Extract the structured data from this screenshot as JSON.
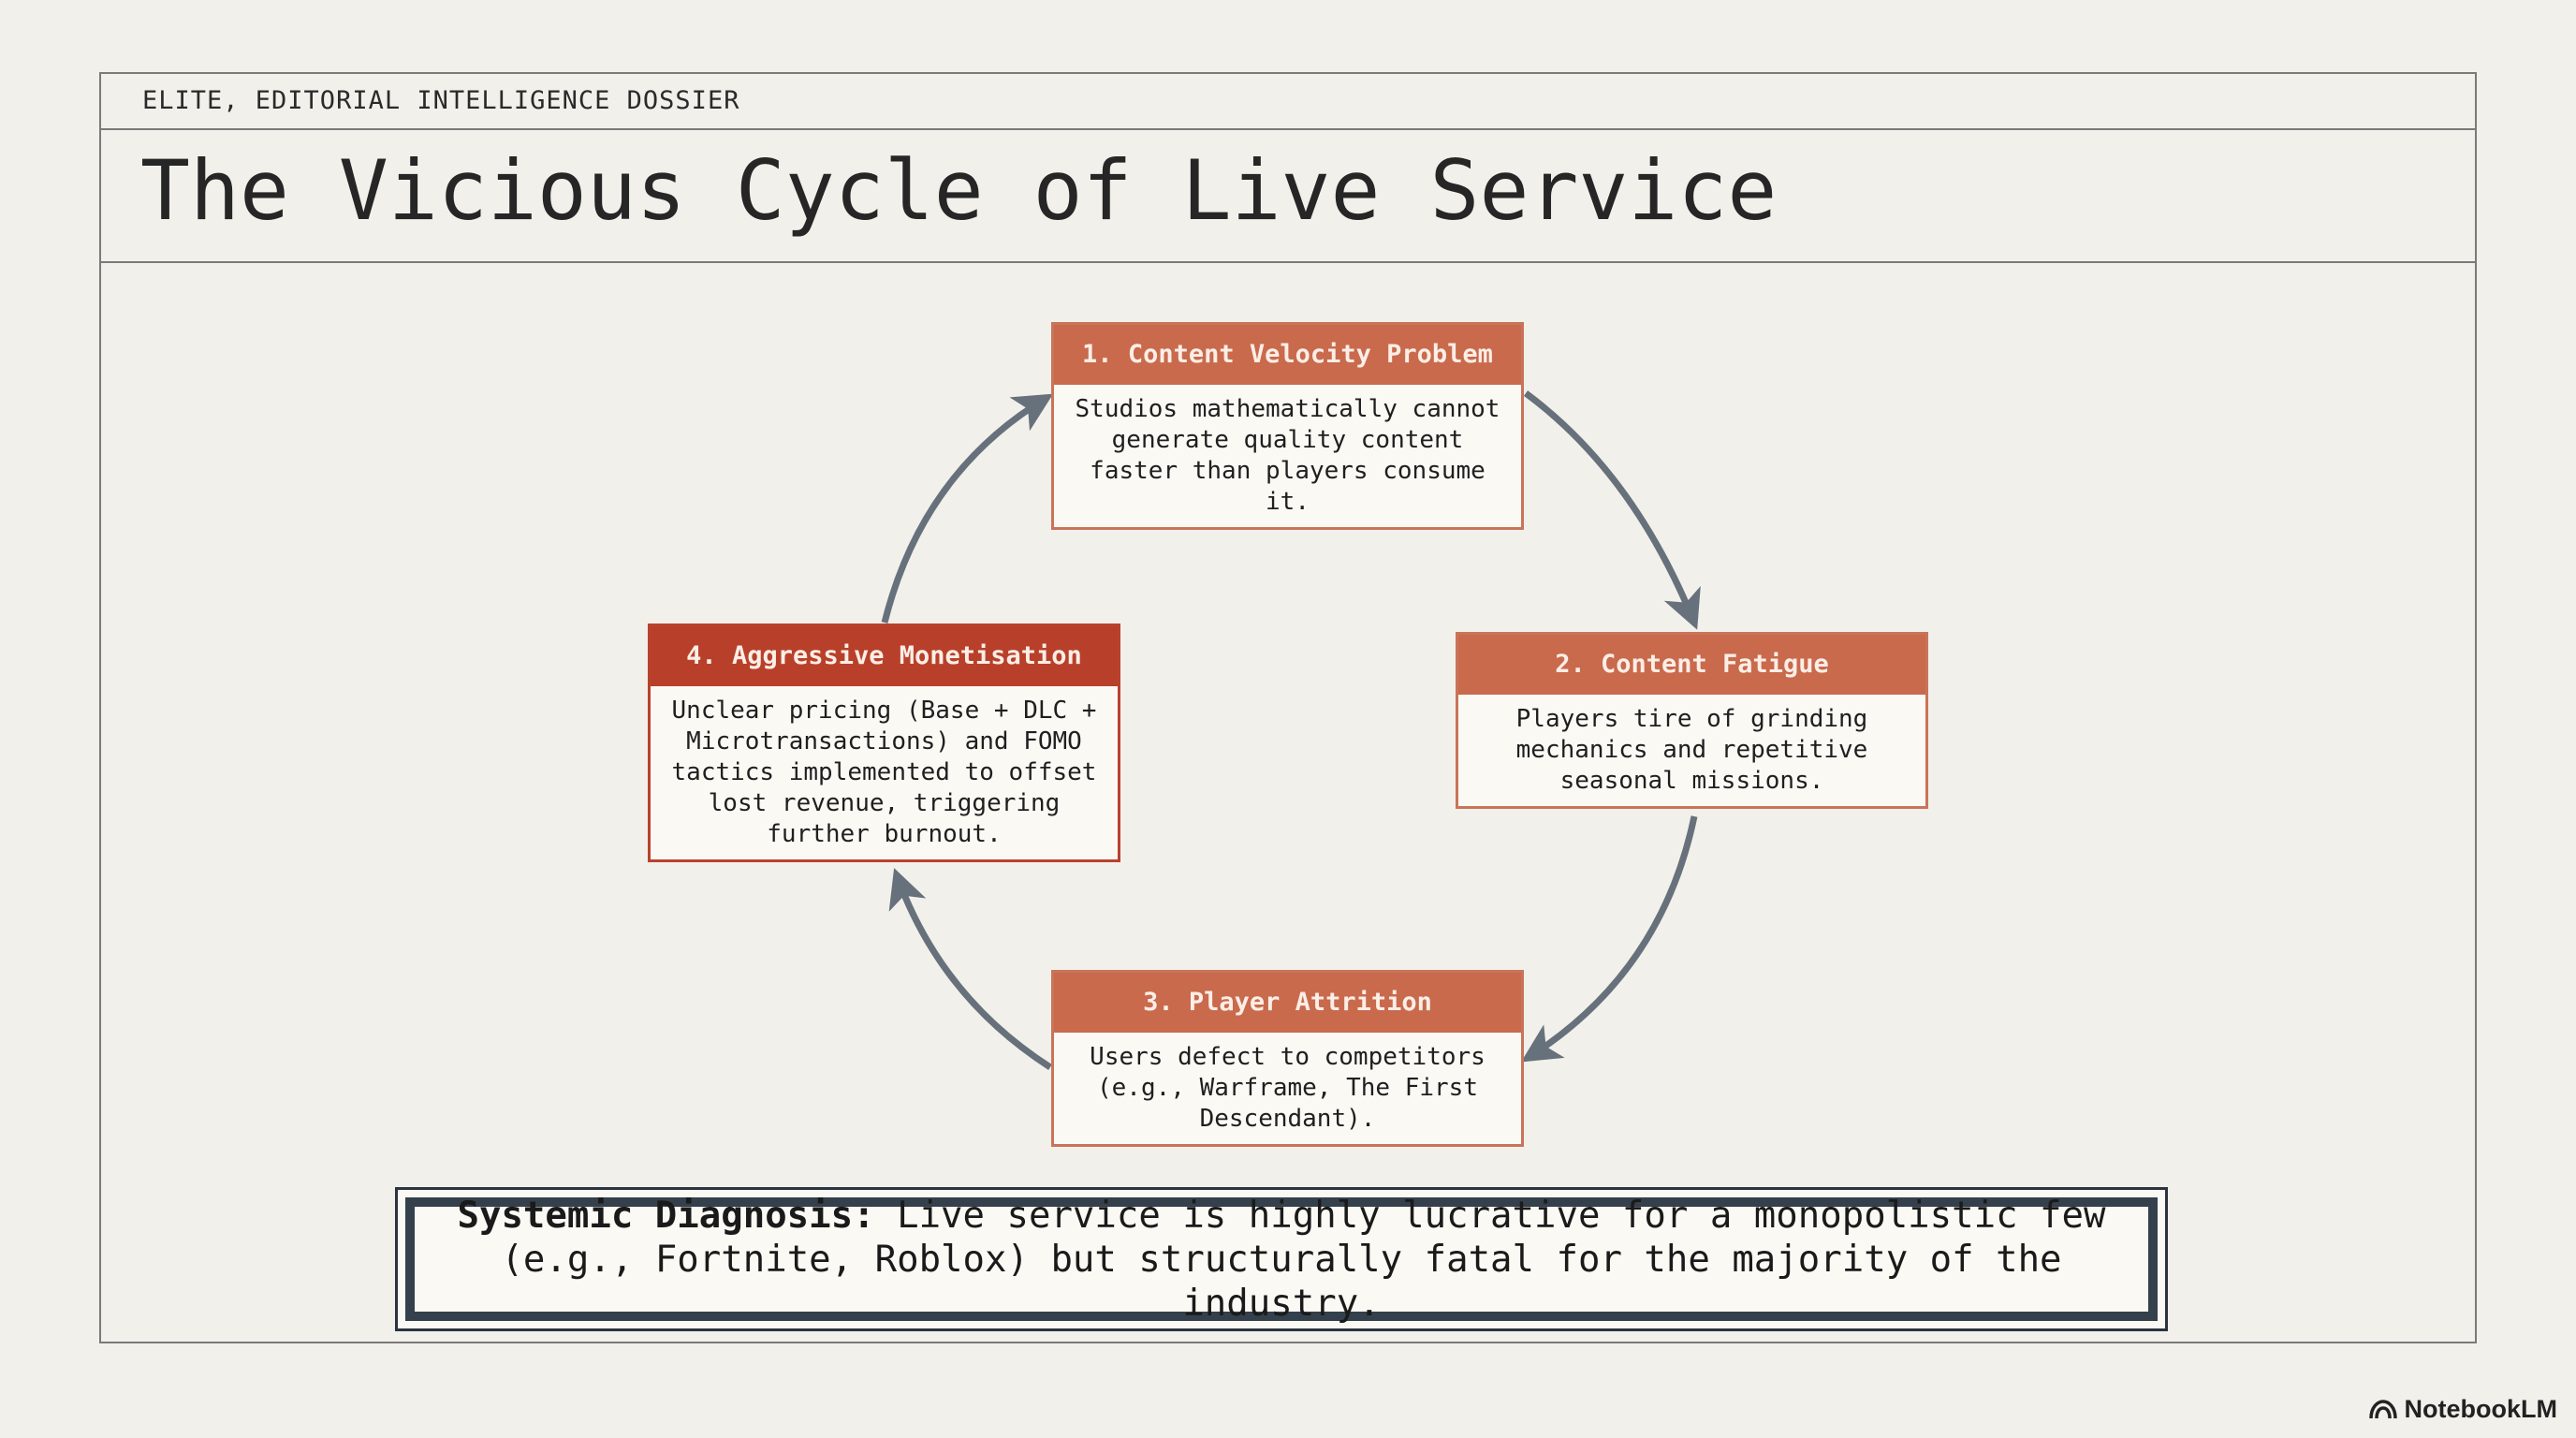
{
  "header": {
    "eyebrow": "ELITE, EDITORIAL INTELLIGENCE DOSSIER",
    "title": "The Vicious Cycle of Live Service"
  },
  "cycle": {
    "steps": [
      {
        "heading": "1. Content Velocity Problem",
        "body": "Studios mathematically cannot generate quality content faster than players consume it."
      },
      {
        "heading": "2. Content Fatigue",
        "body": "Players tire of grinding mechanics and repetitive seasonal missions."
      },
      {
        "heading": "3. Player Attrition",
        "body": "Users defect to competitors (e.g., Warframe, The First Descendant)."
      },
      {
        "heading": "4. Aggressive Monetisation",
        "body": "Unclear pricing (Base + DLC + Microtransactions) and FOMO tactics implemented to offset lost revenue, triggering further burnout."
      }
    ],
    "colors": {
      "header": "#c96a4d",
      "header_emphasis": "#b8402a",
      "arrow": "#67717c"
    }
  },
  "diagnosis": {
    "label": "Systemic Diagnosis:",
    "text": " Live service is highly lucrative for a monopolistic few\n(e.g., Fortnite, Roblox) but structurally fatal for the majority of the industry."
  },
  "footer": {
    "brand": "NotebookLM",
    "brand_icon": "notebooklm-logo-icon"
  }
}
